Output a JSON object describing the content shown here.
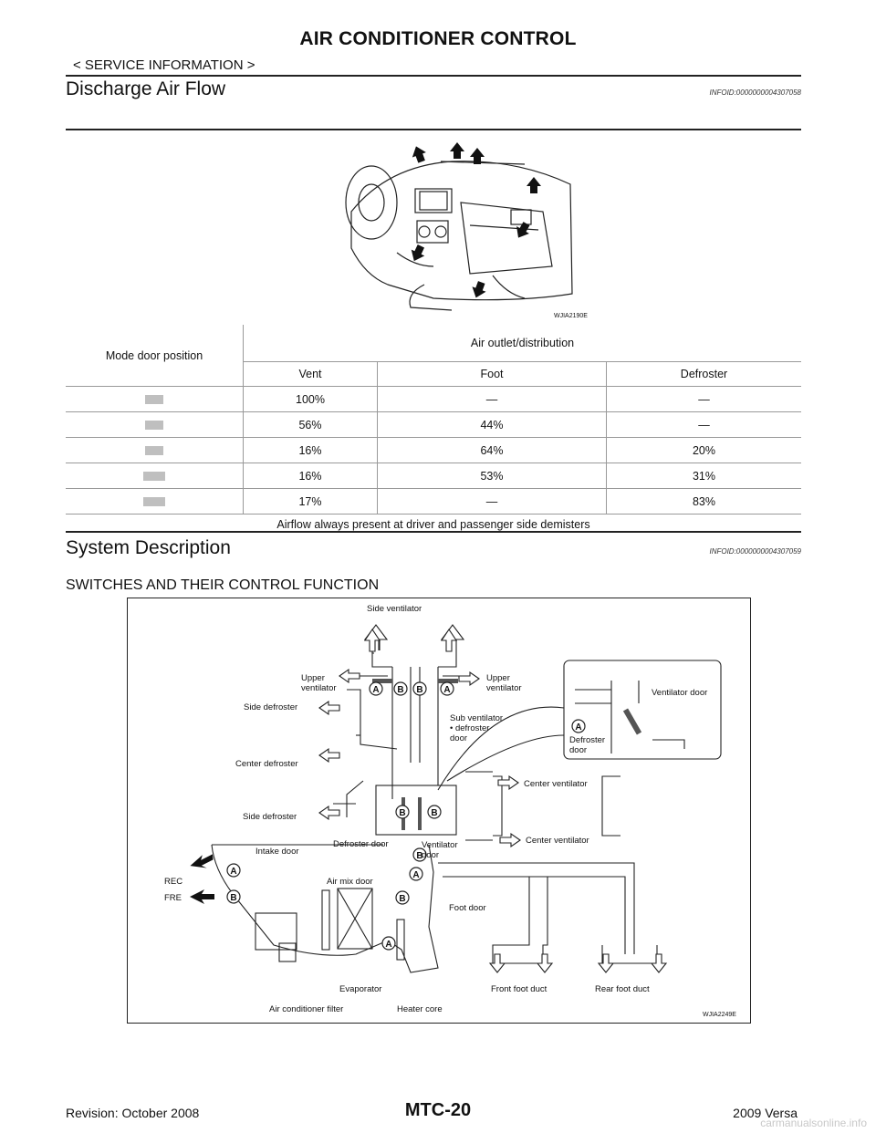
{
  "header": {
    "title": "AIR CONDITIONER CONTROL",
    "subtitle": "< SERVICE INFORMATION >"
  },
  "section1": {
    "title": "Discharge Air Flow",
    "info_id": "INFOID:0000000004307058",
    "figure_code": "WJIA2190E"
  },
  "table": {
    "col_mode": "Mode door position",
    "col_group": "Air outlet/distribution",
    "col_vent": "Vent",
    "col_foot": "Foot",
    "col_def": "Defroster",
    "rows": [
      {
        "vent": "100%",
        "foot": "—",
        "def": "—"
      },
      {
        "vent": "56%",
        "foot": "44%",
        "def": "—"
      },
      {
        "vent": "16%",
        "foot": "64%",
        "def": "20%"
      },
      {
        "vent": "16%",
        "foot": "53%",
        "def": "31%"
      },
      {
        "vent": "17%",
        "foot": "—",
        "def": "83%"
      }
    ],
    "note": "Airflow always present at driver and passenger side demisters"
  },
  "section2": {
    "title": "System Description",
    "info_id": "INFOID:0000000004307059",
    "subheading": "SWITCHES AND THEIR CONTROL FUNCTION",
    "figure_code": "WJIA2249E"
  },
  "diagram": {
    "side_ventilator": "Side ventilator",
    "upper_ventilator_l1": "Upper",
    "upper_ventilator_l2": "ventilator",
    "side_defroster": "Side defroster",
    "center_defroster": "Center defroster",
    "sub_vent_l1": "Sub ventilator",
    "sub_vent_l2": "• defroster",
    "sub_vent_l3": "door",
    "ventilator_door": "Ventilator door",
    "defroster_l1": "Defroster",
    "defroster_l2": "door",
    "center_ventilator": "Center ventilator",
    "defroster_door": "Defroster door",
    "ventilator_l1": "Ventilator",
    "ventilator_l2": "door",
    "intake_door": "Intake door",
    "rec": "REC",
    "fre": "FRE",
    "air_mix_door": "Air mix door",
    "foot_door": "Foot door",
    "evaporator": "Evaporator",
    "air_conditioner_filter": "Air conditioner filter",
    "heater_core": "Heater core",
    "front_foot_duct": "Front foot duct",
    "rear_foot_duct": "Rear foot duct",
    "letter_a": "A",
    "letter_b": "B"
  },
  "footer": {
    "revision": "Revision: October 2008",
    "page": "MTC-20",
    "model": "2009 Versa",
    "watermark": "carmanualsonline.info"
  }
}
